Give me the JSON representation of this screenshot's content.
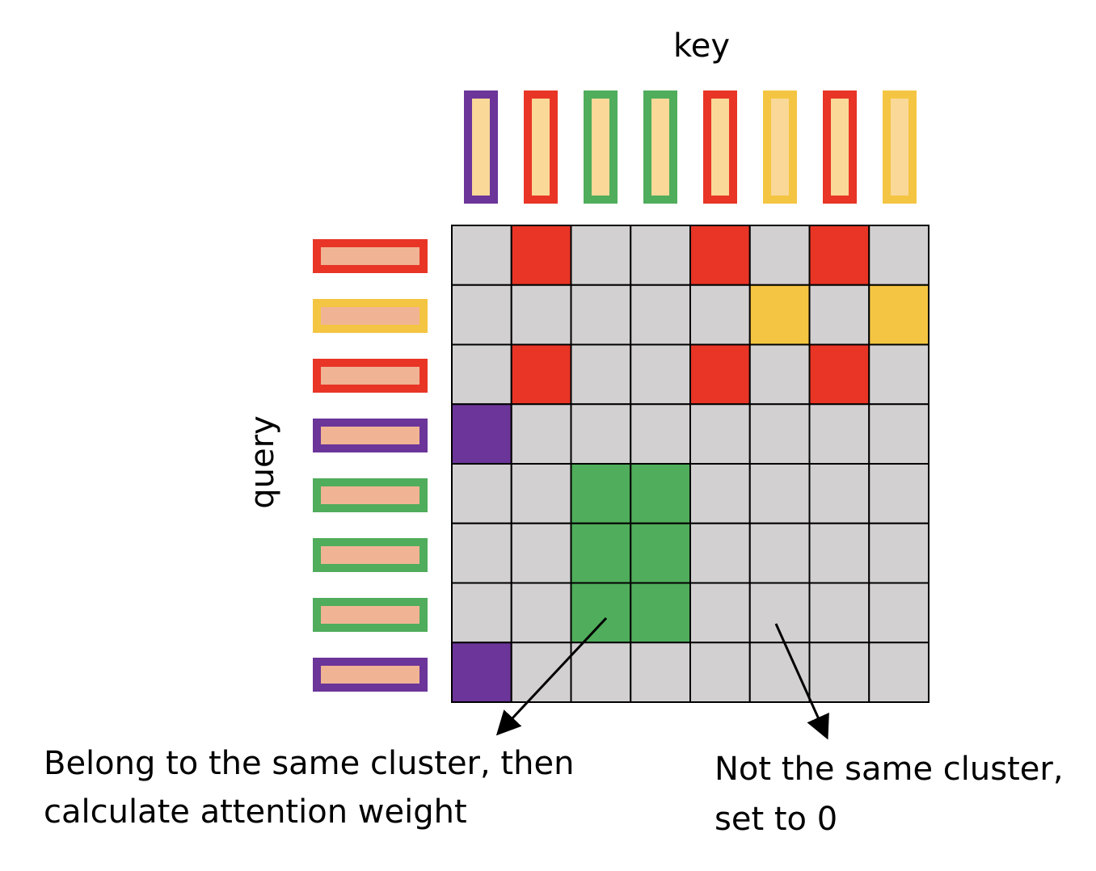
{
  "labels": {
    "key": "key",
    "query": "query",
    "same_cluster_line1": "Belong to the same cluster, then",
    "same_cluster_line2": "calculate attention weight",
    "diff_cluster_line1": "Not the same cluster,",
    "diff_cluster_line2": "set to 0"
  },
  "colors": {
    "purple": "#6b3599",
    "red": "#e83526",
    "green": "#4fad5b",
    "yellow": "#f4c542",
    "gray": "#d2d0d1",
    "key_inner": "#f9d898",
    "query_inner": "#f0b494"
  },
  "keys": [
    "purple",
    "red",
    "green",
    "green",
    "red",
    "yellow",
    "red",
    "yellow"
  ],
  "queries": [
    "red",
    "yellow",
    "red",
    "purple",
    "green",
    "green",
    "green",
    "purple"
  ]
}
